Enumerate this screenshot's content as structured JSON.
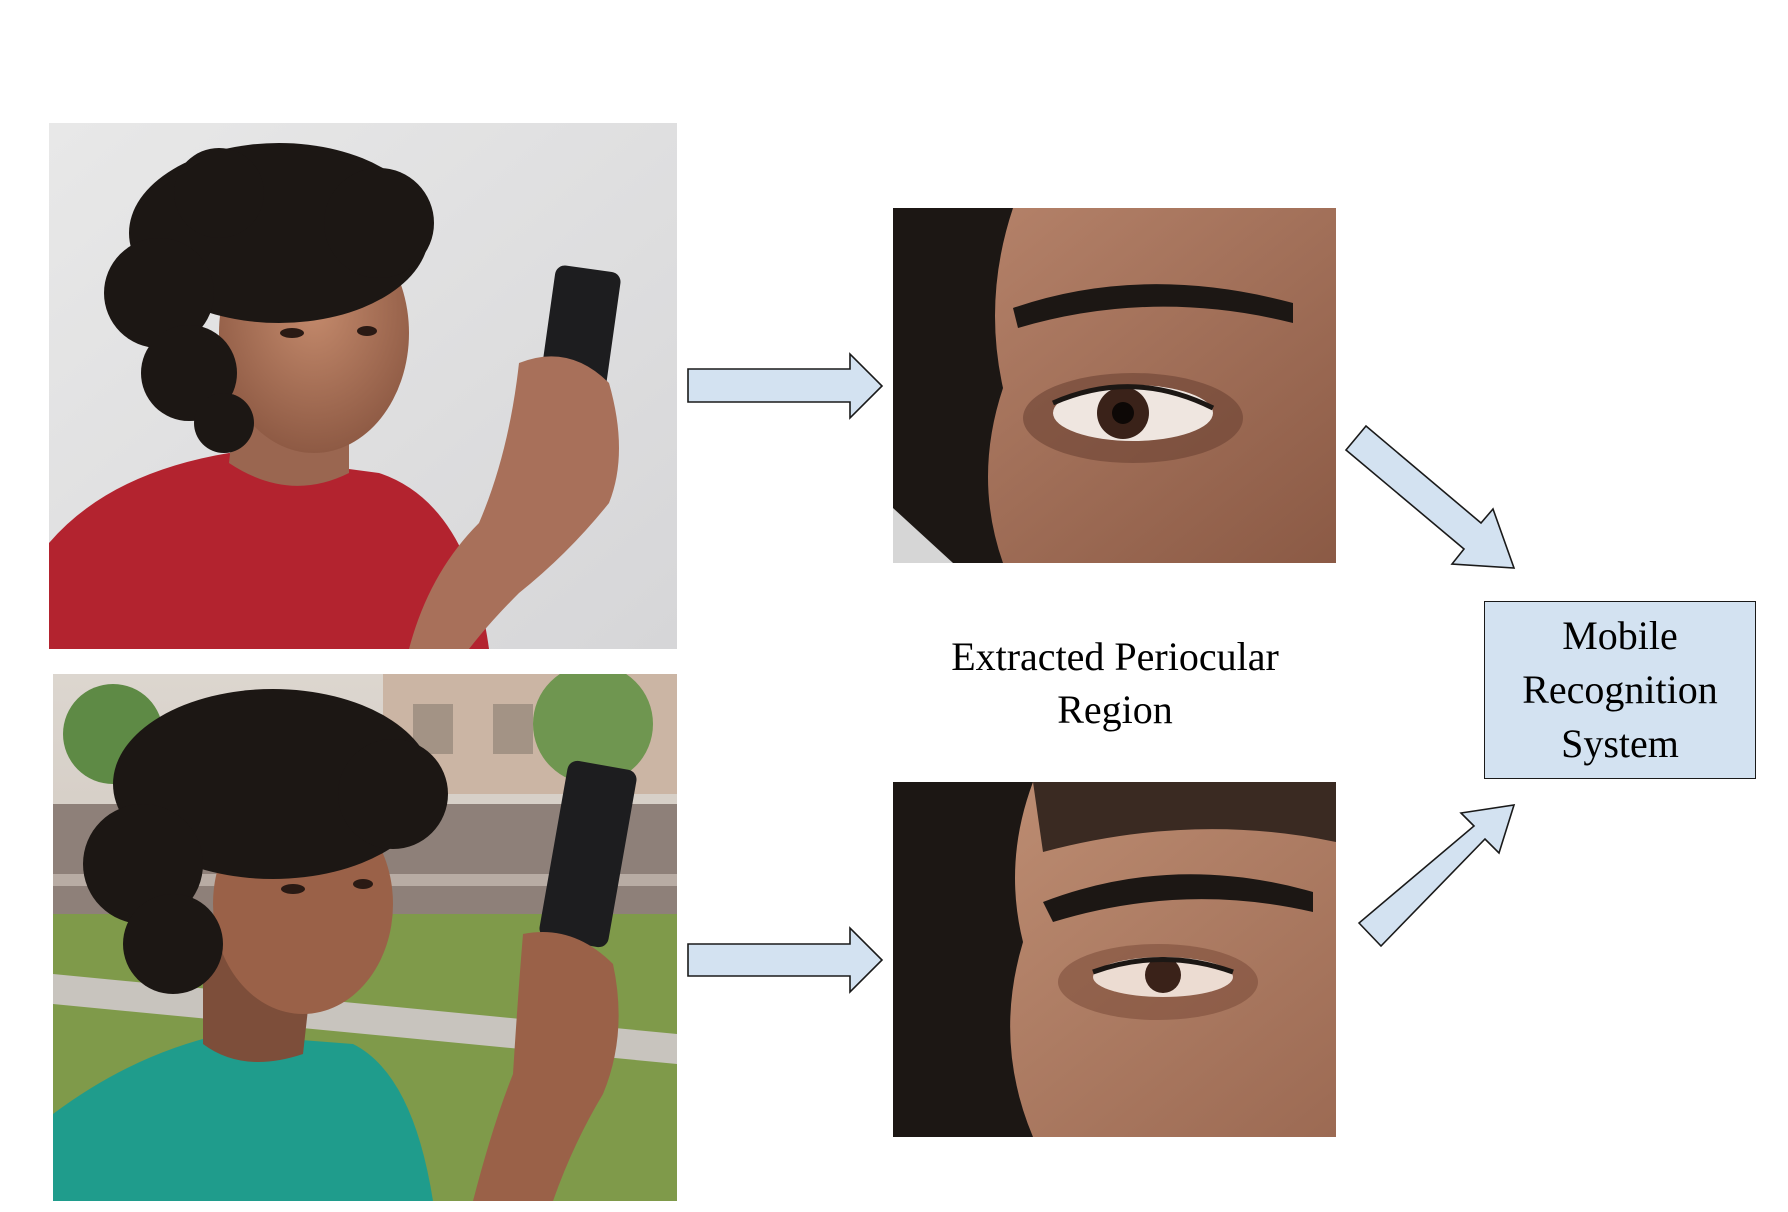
{
  "caption": {
    "line1": "Extracted Periocular",
    "line2": "Region"
  },
  "system_box": {
    "line1": "Mobile",
    "line2": "Recognition",
    "line3": "System",
    "fill": "#d3e2f1",
    "border": "#1a1a1a"
  },
  "arrows": {
    "fill": "#d3e2f1",
    "stroke": "#1a1a1a"
  },
  "photos": {
    "indoor_shirt_color": "#b3232f",
    "outdoor_shirt_color": "#1f9c8c",
    "hair_color": "#1c1714",
    "skin_color": "#a8705a"
  }
}
